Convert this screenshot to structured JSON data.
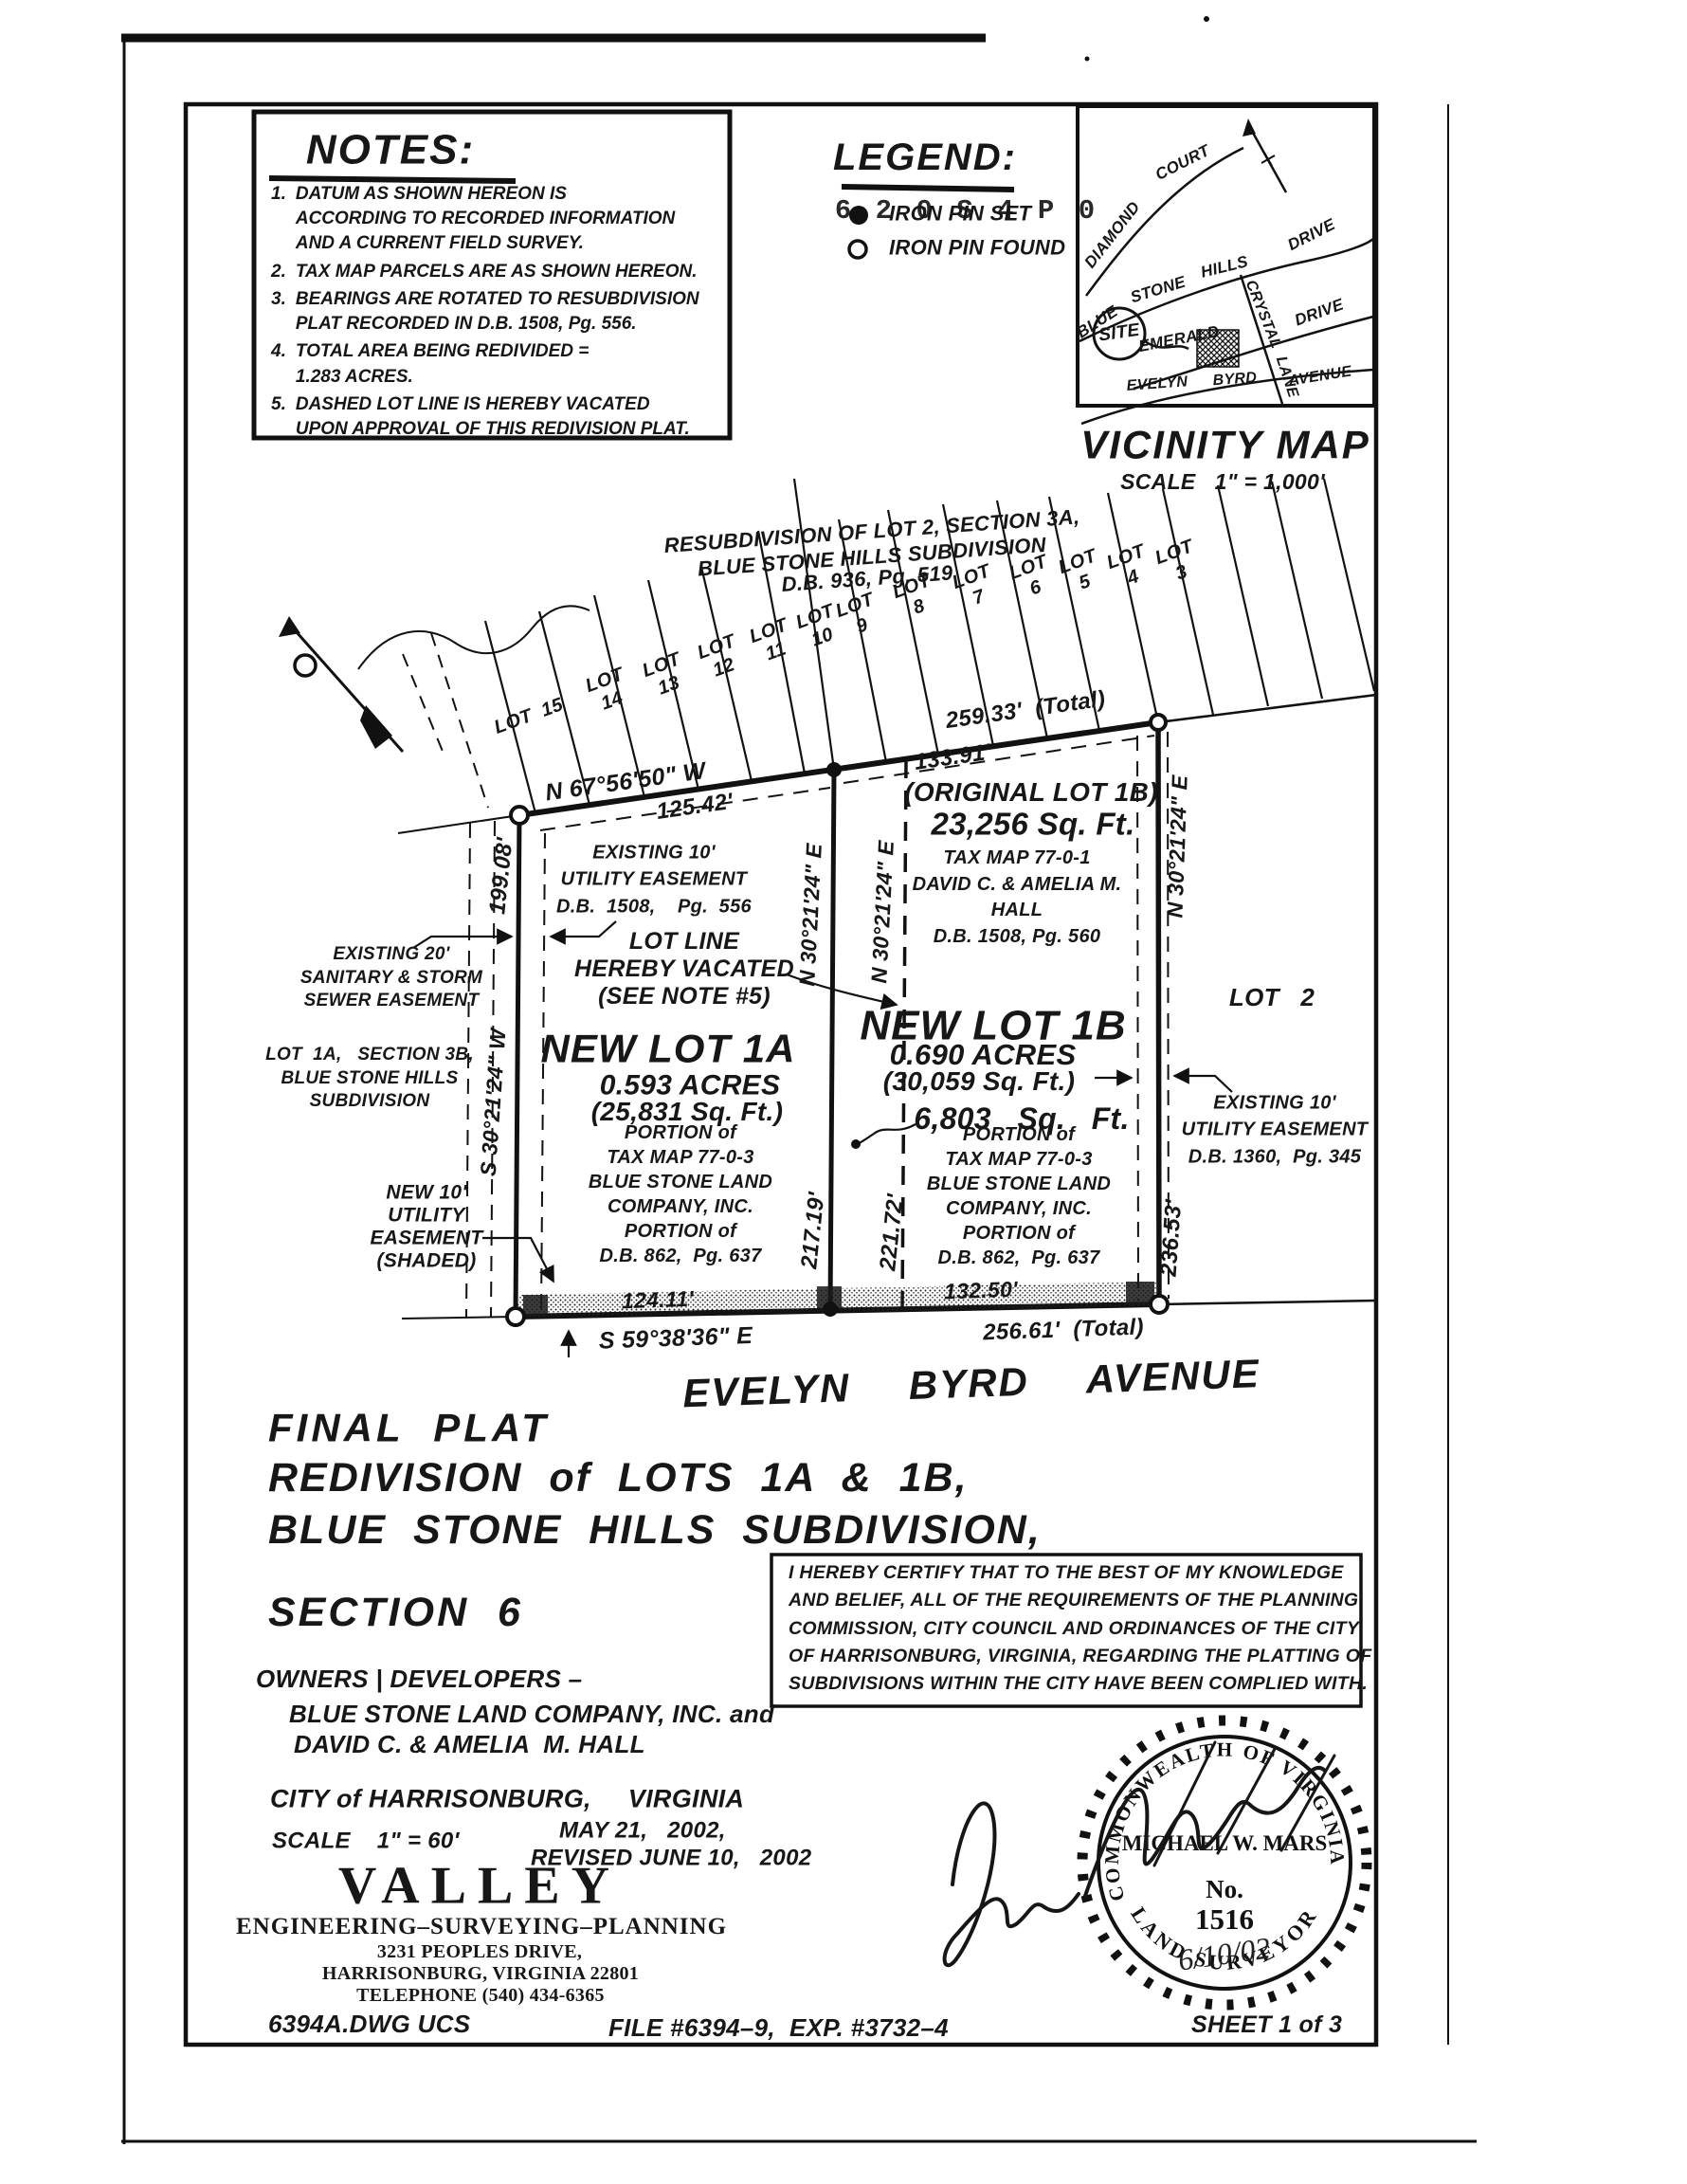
{
  "notes": {
    "title": "NOTES:",
    "items": [
      {
        "num": "1.",
        "text": "DATUM AS SHOWN HEREON IS\nACCORDING TO RECORDED INFORMATION\nAND A CURRENT FIELD SURVEY."
      },
      {
        "num": "2.",
        "text": "TAX MAP PARCELS ARE AS SHOWN HEREON."
      },
      {
        "num": "3.",
        "text": "BEARINGS ARE ROTATED TO RESUBDIVISION\nPLAT RECORDED IN D.B. 1508, Pg. 556."
      },
      {
        "num": "4.",
        "text": "TOTAL AREA BEING REDIVIDED =\n1.283 ACRES."
      },
      {
        "num": "5.",
        "text": "DASHED LOT LINE IS HEREBY VACATED\nUPON APPROVAL OF THIS REDIVISION PLAT."
      }
    ]
  },
  "legend": {
    "title": "LEGEND:",
    "overprint": "6 2 0 S 4 P 0",
    "items": [
      {
        "icon": "iron-pin-set",
        "label": "IRON PIN SET"
      },
      {
        "icon": "iron-pin-found",
        "label": "IRON PIN FOUND"
      }
    ]
  },
  "vicinity": {
    "title": "VICINITY MAP",
    "scale": "SCALE   1\" = 1,000'",
    "site": "SITE",
    "roads": {
      "diamond": "DIAMOND",
      "court": "COURT",
      "blue": "BLUE",
      "stone": "STONE",
      "hills": "HILLS",
      "drive_top": "DRIVE",
      "crystal": "CRYSTAL",
      "lane": "LANE",
      "emerald": "EMERALD",
      "drive_lower": "DRIVE",
      "evelyn": "EVELYN",
      "byrd": "BYRD",
      "avenue": "AVENUE"
    }
  },
  "plat": {
    "resub_line1": "RESUBDIVISION OF LOT 2, SECTION 3A,",
    "resub_line2": "BLUE STONE HILLS SUBDIVISION",
    "resub_line3": "D.B. 936, Pg. 519",
    "upper_lots": [
      "LOT  15",
      "LOT\n14",
      "LOT\n13",
      "LOT\n12",
      "LOT\n11",
      "LOT\n10",
      "LOT\n9",
      "LOT\n8",
      "LOT\n7",
      "LOT\n6",
      "LOT\n5",
      "LOT\n4",
      "LOT\n3"
    ],
    "dims": {
      "top_total": "259.33'  (Total)",
      "top_bearing": "N 67°56'50\" W",
      "seg1": "125.42'",
      "seg2": "133.91'",
      "left_len": "199.08'",
      "left_bearing": "S 30°21'24\" W",
      "mid_bearing_w": "N 30°21'24\" E",
      "mid_bearing_e": "N 30°21'24\" E",
      "mid_len_w": "217.19'",
      "mid_len_e": "221.72'",
      "right_bearing": "N 30°21'24\" E",
      "right_len": "236.53'",
      "bot_seg1": "124.11'",
      "bot_seg2": "132.50'",
      "bot_total": "256.61'  (Total)",
      "bot_bearing": "S 59°38'36\" E"
    },
    "street": "EVELYN BYRD AVENUE",
    "easement_nw": "EXISTING 10'\nUTILITY EASEMENT\nD.B.  1508,    Pg.  556",
    "vacated": "LOT LINE\nHEREBY VACATED\n(SEE NOTE #5)",
    "sanitary": "EXISTING 20'\nSANITARY & STORM\nSEWER EASEMENT",
    "lot1a_section": "LOT  1A,   SECTION 3B,\nBLUE STONE HILLS\nSUBDIVISION",
    "new_easement": "NEW 10'\nUTILITY\nEASEMENT\n(SHADED)",
    "lot1a": {
      "title": "NEW LOT 1A",
      "acres": "0.593 ACRES",
      "sqft": "(25,831 Sq. Ft.)",
      "details": "PORTION of\nTAX MAP 77-0-3\nBLUE STONE LAND\nCOMPANY, INC.\nPORTION of\nD.B. 862,  Pg. 637"
    },
    "original_1b": {
      "title": "(ORIGINAL LOT 1B)",
      "sqft": "23,256 Sq. Ft.",
      "details": "TAX MAP 77-0-1\nDAVID C. & AMELIA M.\nHALL\nD.B. 1508, Pg. 560"
    },
    "lot1b": {
      "title": "NEW LOT 1B",
      "acres": "0.690 ACRES",
      "sqft": "(30,059 Sq. Ft.)",
      "transfer": "6,803   Sq.   Ft.",
      "details": "PORTION of\nTAX MAP 77-0-3\nBLUE STONE LAND\nCOMPANY, INC.\nPORTION of\nD.B. 862,  Pg. 637"
    },
    "lot2": "LOT   2",
    "easement_e": "EXISTING 10'\nUTILITY EASEMENT\nD.B. 1360,  Pg. 345"
  },
  "title_block": {
    "line1": "FINAL  PLAT",
    "line2": "REDIVISION  of  LOTS  1A  &  1B,",
    "line3": "BLUE  STONE  HILLS  SUBDIVISION,",
    "line4": "SECTION  6"
  },
  "certification": "I HEREBY CERTIFY THAT TO THE BEST OF MY KNOWLEDGE\nAND BELIEF, ALL OF THE REQUIREMENTS OF THE PLANNING\nCOMMISSION, CITY COUNCIL AND ORDINANCES OF THE CITY\nOF HARRISONBURG, VIRGINIA, REGARDING THE PLATTING OF\nSUBDIVISIONS WITHIN THE CITY HAVE BEEN COMPLIED WITH.",
  "owners": {
    "heading": "OWNERS | DEVELOPERS –",
    "line1": "BLUE STONE LAND COMPANY, INC. and",
    "line2": "DAVID C. & AMELIA  M. HALL",
    "city": "CITY of HARRISONBURG,     VIRGINIA",
    "scale": "SCALE    1\" = 60'",
    "date1": "MAY 21,   2002,",
    "date2": "REVISED JUNE 10,   2002"
  },
  "firm": {
    "name": "VALLEY",
    "tagline": "ENGINEERING–SURVEYING–PLANNING",
    "address1": "3231 PEOPLES DRIVE,",
    "address2": "HARRISONBURG, VIRGINIA 22801",
    "phone": "TELEPHONE (540) 434-6365"
  },
  "seal": {
    "arc_top": "COMMONWEALTH OF VIRGINIA",
    "name": "MICHAEL W. MARS",
    "no_label": "No.",
    "number": "1516",
    "date": "6/10/02",
    "arc_bottom": "LAND SURVEYOR"
  },
  "footer": {
    "drawing": "6394A.DWG UCS",
    "file": "FILE #6394–9,  EXP. #3732–4",
    "sheet": "SHEET 1 of 3"
  }
}
